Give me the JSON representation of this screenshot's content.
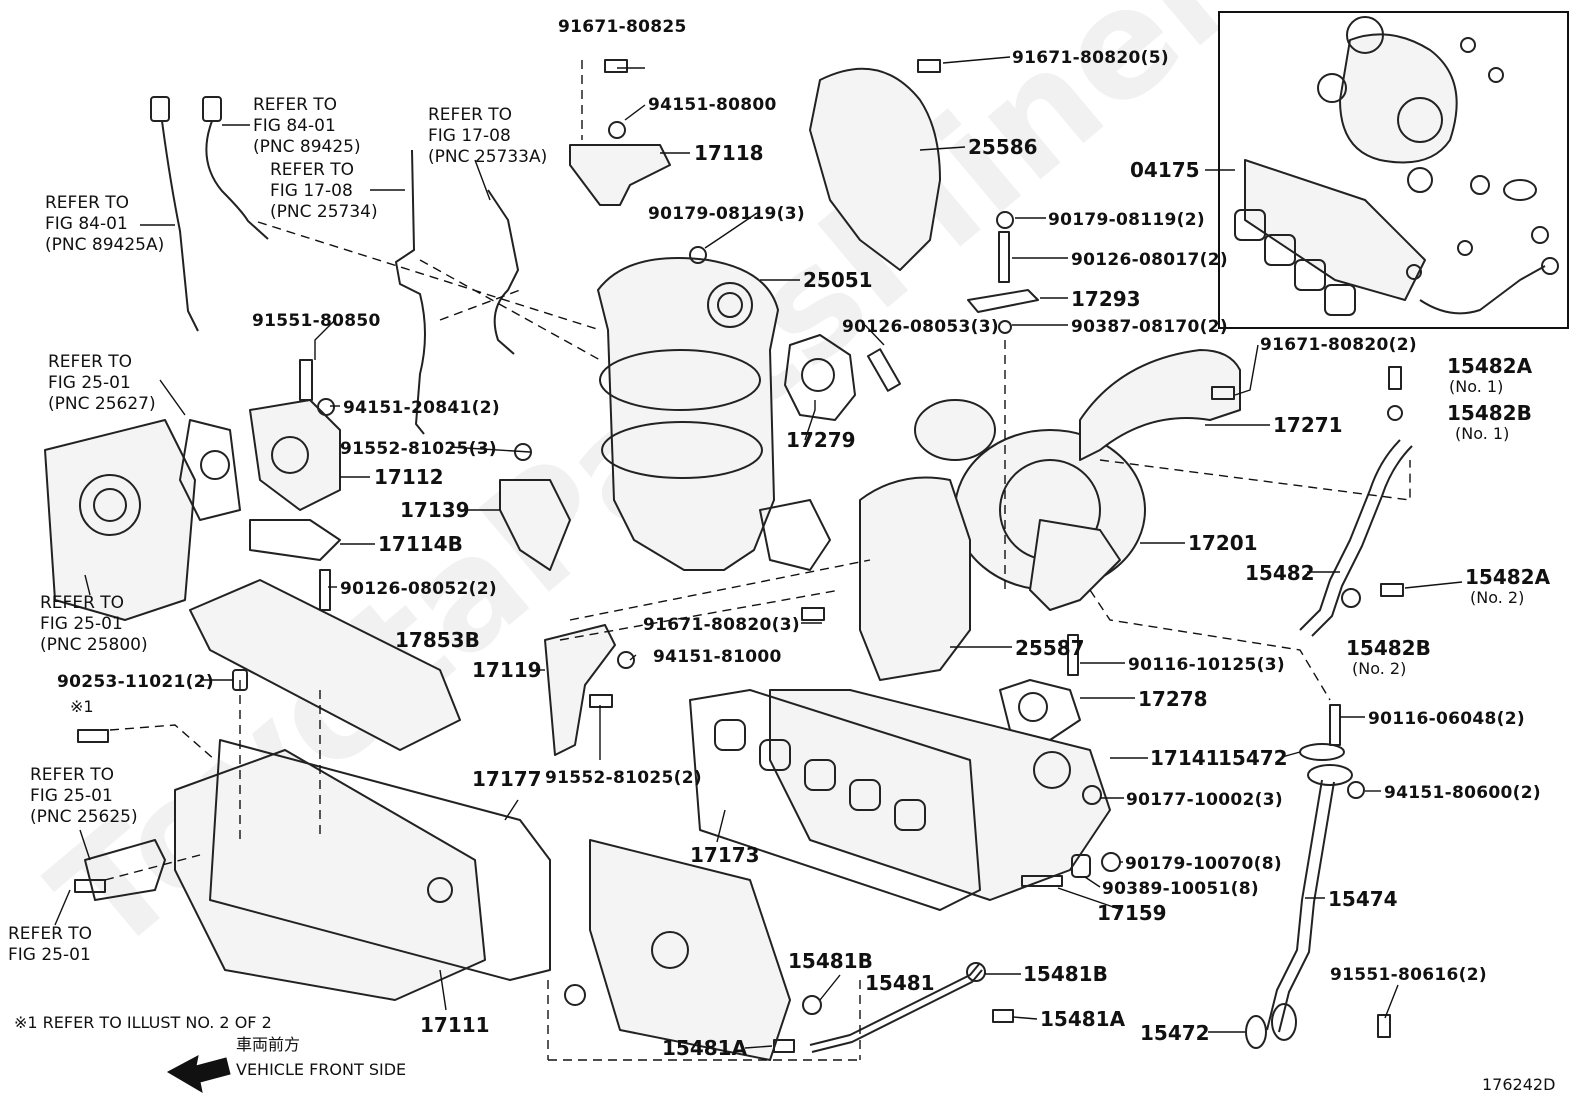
{
  "watermark": "ToyotaPartsMinerals",
  "diagram_id": "176242D",
  "footnote": "※1  REFER TO ILLUST NO. 2 OF 2",
  "front_label_jp": "車両前方",
  "front_label_en": "VEHICLE FRONT SIDE",
  "mark": "※1",
  "references": {
    "r1": [
      "REFER TO",
      "FIG 84-01",
      "(PNC 89425A)"
    ],
    "r2": [
      "REFER TO",
      "FIG 84-01",
      "(PNC 89425)"
    ],
    "r3": [
      "REFER TO",
      "FIG 17-08",
      "(PNC 25734)"
    ],
    "r4": [
      "REFER TO",
      "FIG 17-08",
      "(PNC 25733A)"
    ],
    "r5": [
      "REFER TO",
      "FIG 25-01",
      "(PNC 25627)"
    ],
    "r6": [
      "REFER TO",
      "FIG 25-01",
      "(PNC 25800)"
    ],
    "r7": [
      "REFER TO",
      "FIG 25-01",
      "(PNC 25625)"
    ],
    "r8": [
      "REFER TO",
      "FIG 25-01"
    ]
  },
  "parts": {
    "p1": "91671-80825",
    "p2": "94151-80800",
    "p3": "17118",
    "p4": "91671-80820(5)",
    "p5": "25586",
    "p6": "04175",
    "p7": "90179-08119(3)",
    "p8": "25051",
    "p9": "90179-08119(2)",
    "p10": "90126-08017(2)",
    "p11": "17293",
    "p12": "90387-08170(2)",
    "p13": "90126-08053(3)",
    "p14": "91551-80850",
    "p15": "94151-20841(2)",
    "p16": "91552-81025(3)",
    "p17": "17112",
    "p18": "17139",
    "p19": "17114B",
    "p20": "17279",
    "p21": "91671-80820(2)",
    "p22": "15482A",
    "p22n": "(No. 1)",
    "p23": "15482B",
    "p23n": "(No. 1)",
    "p24": "17271",
    "p25": "17201",
    "p26": "15482",
    "p27": "15482A",
    "p27n": "(No. 2)",
    "p28": "15482B",
    "p28n": "(No. 2)",
    "p29": "90126-08052(2)",
    "p30": "17853B",
    "p31": "91671-80820(3)",
    "p32": "17119",
    "p33": "94151-81000",
    "p34": "25587",
    "p35": "90116-10125(3)",
    "p36": "17278",
    "p37": "90253-11021(2)",
    "p38": "90116-06048(2)",
    "p39": "15472",
    "p40": "17141",
    "p41": "94151-80600(2)",
    "p42": "90177-10002(3)",
    "p43": "91552-81025(2)",
    "p44": "17177",
    "p45": "17173",
    "p46": "90179-10070(8)",
    "p47": "90389-10051(8)",
    "p48": "17159",
    "p49": "15474",
    "p50": "15481B",
    "p51": "15481",
    "p52": "15481B",
    "p53": "91551-80616(2)",
    "p54": "15481A",
    "p55": "15472",
    "p56": "15481A",
    "p57": "17111"
  }
}
